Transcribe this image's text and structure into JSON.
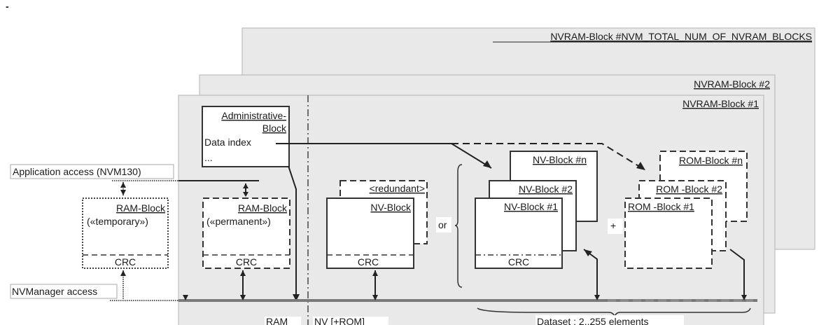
{
  "marker": "-",
  "frames": {
    "nvm_total": "NVRAM-Block #NVM_TOTAL_NUM_OF_NVRAM_BLOCKS",
    "block2": "NVRAM-Block #2",
    "block1": "NVRAM-Block #1"
  },
  "admin_block": {
    "title_line1": "Administrative-",
    "title_line2": "Block",
    "data_index": "Data index",
    "ellipsis": "..."
  },
  "access": {
    "application": "Application access (NVM130)",
    "nvmanager": "NVManager access"
  },
  "ram_temporary": {
    "title": "RAM-Block",
    "subtitle": "(«temporary»)",
    "crc": "CRC"
  },
  "ram_permanent": {
    "title": "RAM-Block",
    "subtitle": "(«permanent»)",
    "crc": "CRC"
  },
  "nv_single": {
    "redundant": "<redundant>",
    "title": "NV-Block",
    "crc": "CRC"
  },
  "or_label": "or",
  "plus_label": "+",
  "nv_dataset": {
    "n": "NV-Block #n",
    "b2": "NV-Block #2",
    "b1": "NV-Block #1",
    "crc": "CRC"
  },
  "rom_dataset": {
    "n": "ROM-Block #n",
    "b2": "ROM -Block #2",
    "b1": "ROM -Block #1"
  },
  "region_labels": {
    "ram": "RAM",
    "nv": "NV [+ROM]",
    "dataset": "Dataset : 2..255 elements"
  }
}
